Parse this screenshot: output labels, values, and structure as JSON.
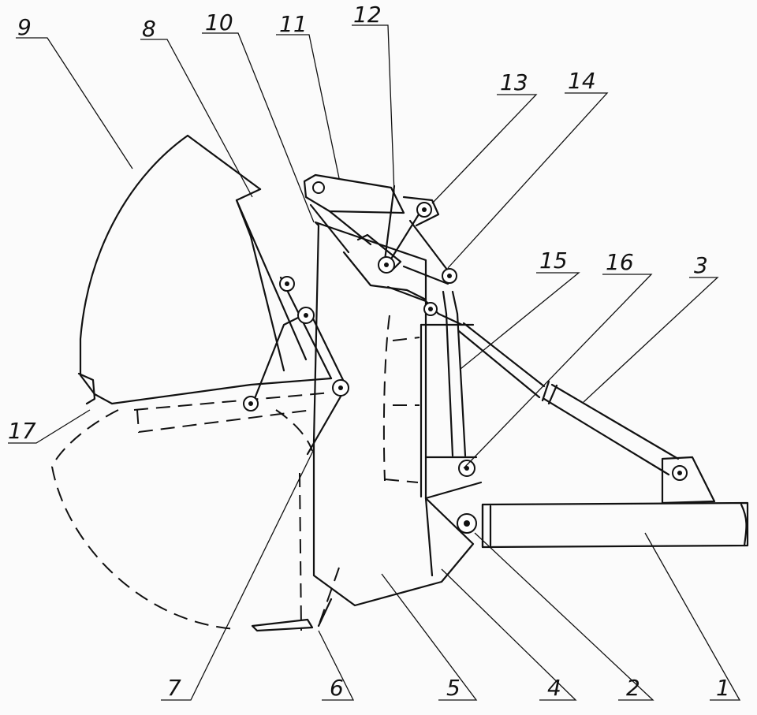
{
  "labels": [
    {
      "id": "1",
      "text": "1"
    },
    {
      "id": "2",
      "text": "2"
    },
    {
      "id": "3",
      "text": "3"
    },
    {
      "id": "4",
      "text": "4"
    },
    {
      "id": "5",
      "text": "5"
    },
    {
      "id": "6",
      "text": "6"
    },
    {
      "id": "7",
      "text": "7"
    },
    {
      "id": "8",
      "text": "8"
    },
    {
      "id": "9",
      "text": "9"
    },
    {
      "id": "10",
      "text": "10"
    },
    {
      "id": "11",
      "text": "11"
    },
    {
      "id": "12",
      "text": "12"
    },
    {
      "id": "13",
      "text": "13"
    },
    {
      "id": "14",
      "text": "14"
    },
    {
      "id": "15",
      "text": "15"
    },
    {
      "id": "16",
      "text": "16"
    },
    {
      "id": "17",
      "text": "17"
    }
  ]
}
